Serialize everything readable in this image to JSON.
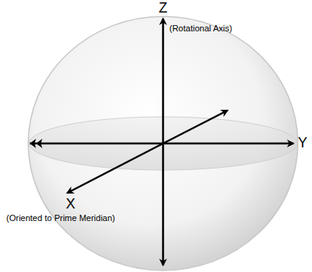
{
  "diagram": {
    "labels": [
      "Z",
      "(Rotational Axis)",
      "Y",
      "X",
      "(Oriented to Prime Meridian)"
    ]
  }
}
